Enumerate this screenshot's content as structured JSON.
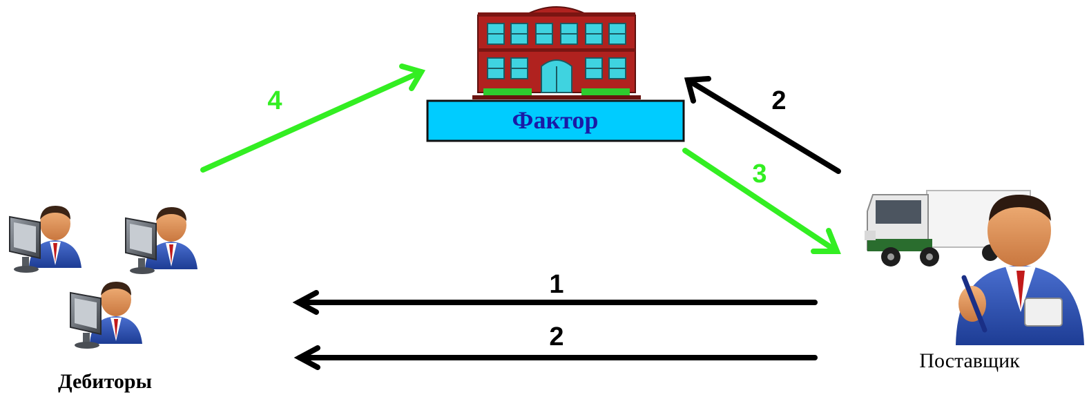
{
  "factor": {
    "label": "Фактор"
  },
  "debtors": {
    "label": "Дебиторы"
  },
  "supplier": {
    "label": "Поставщик"
  },
  "arrows": {
    "goods_to_debtors": "1",
    "supplier_to_factor": "2",
    "factor_to_supplier": "3",
    "debtors_to_factor": "4",
    "invoice_to_debtors": "2"
  },
  "colors": {
    "green_arrow": "#33ee22",
    "black_arrow": "#000000",
    "factor_box": "#00ccff",
    "factor_text": "#1a1aa6",
    "building_brick": "#b0221f",
    "building_window": "#3fd3e0"
  },
  "icons": {
    "factor": "bank-building-icon",
    "debtor": "person-at-computer-icon",
    "supplier": "businessman-with-truck-icon"
  }
}
